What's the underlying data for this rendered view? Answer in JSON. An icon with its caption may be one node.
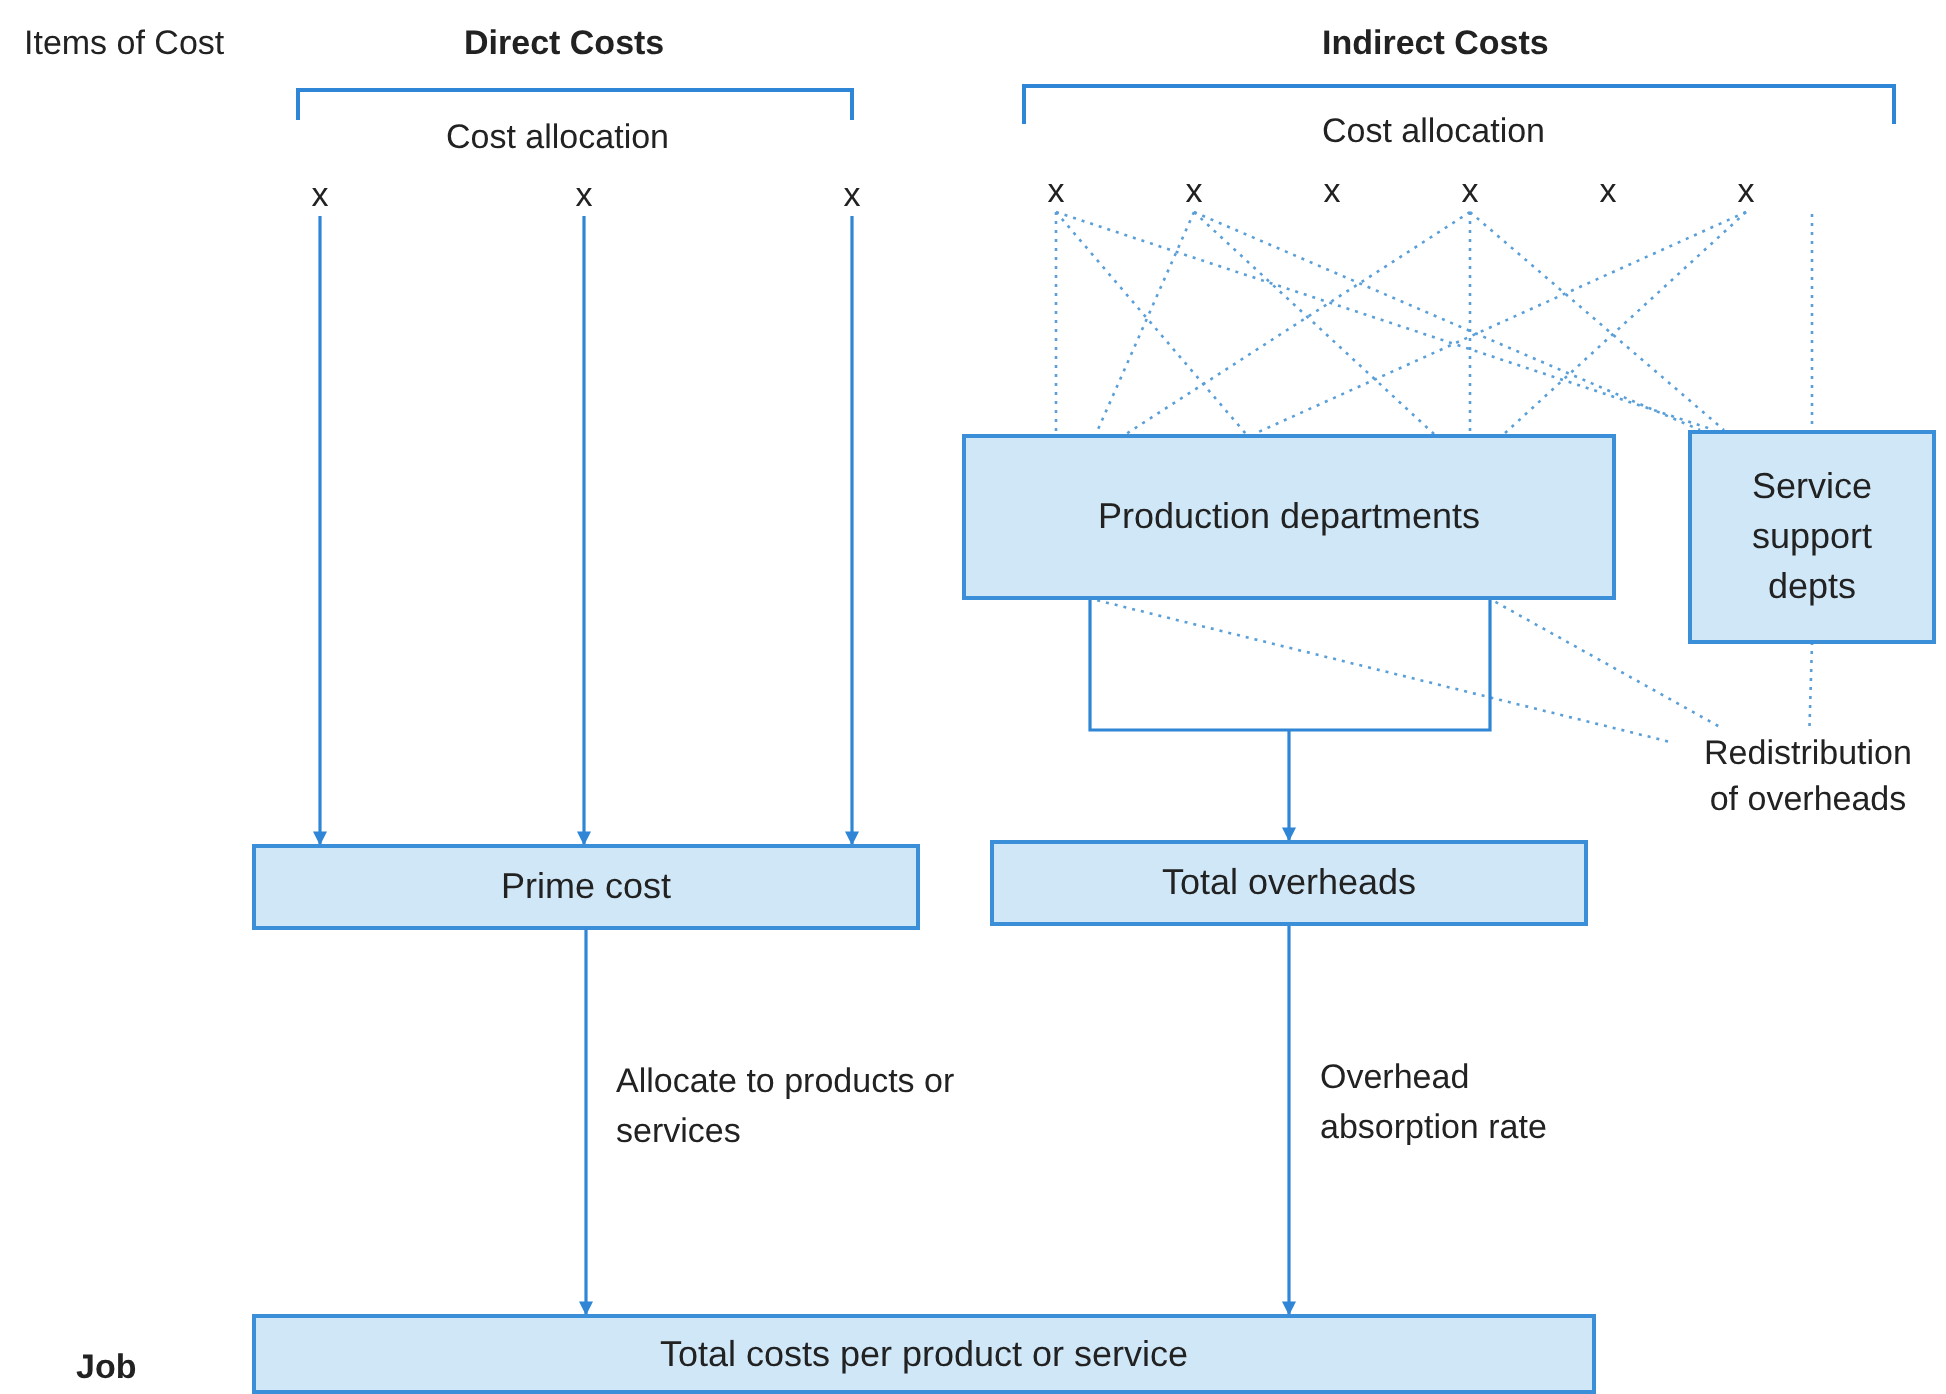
{
  "diagram": {
    "nodes": [
      {
        "text": [
          "x"
        ]
      },
      {
        "text": [
          "x"
        ]
      },
      {
        "text": [
          "x"
        ]
      },
      {
        "text": [
          "x"
        ]
      },
      {
        "text": [
          "x"
        ]
      },
      {
        "text": [
          "x"
        ]
      },
      {
        "text": [
          "x"
        ]
      },
      {
        "text": [
          "x"
        ]
      },
      {
        "text": [
          "x"
        ]
      },
      {
        "text": [
          "Production departments"
        ]
      },
      {
        "text": [
          "Service support depts"
        ]
      },
      {
        "text": [
          "Redistribution of overheads"
        ]
      },
      {
        "text": [
          "Prime cost"
        ]
      },
      {
        "text": [
          "Total overheads"
        ]
      },
      {
        "text": [
          "Total costs per product or service"
        ]
      }
    ],
    "edges": [
      {
        "from": 0,
        "to": 12,
        "arrow": "to"
      },
      {
        "from": 1,
        "to": 12,
        "arrow": "to"
      },
      {
        "from": 2,
        "to": 12,
        "arrow": "to"
      },
      {
        "from": 3,
        "to": 9,
        "arrow": "none",
        "style": "dashed"
      },
      {
        "from": 3,
        "to": 9,
        "arrow": "none",
        "style": "dashed"
      },
      {
        "from": 3,
        "to": 10,
        "arrow": "none",
        "style": "dashed"
      },
      {
        "from": 4,
        "to": 9,
        "arrow": "none",
        "style": "dashed"
      },
      {
        "from": 4,
        "to": 9,
        "arrow": "none",
        "style": "dashed"
      },
      {
        "from": 4,
        "to": 10,
        "arrow": "none",
        "style": "dashed"
      },
      {
        "from": 6,
        "to": 9,
        "arrow": "none",
        "style": "dashed"
      },
      {
        "from": 6,
        "to": 9,
        "arrow": "none",
        "style": "dashed"
      },
      {
        "from": 6,
        "to": 10,
        "arrow": "none",
        "style": "dashed"
      },
      {
        "from": 8,
        "to": 9,
        "arrow": "none",
        "style": "dashed"
      },
      {
        "from": 8,
        "to": 9,
        "arrow": "none",
        "style": "dashed"
      },
      {
        "from": null,
        "to": 10,
        "arrow": "none",
        "style": "dashed"
      },
      {
        "from": 11,
        "to": 9,
        "arrow": "none",
        "style": "dashed"
      },
      {
        "from": 11,
        "to": 9,
        "arrow": "none",
        "style": "dashed"
      },
      {
        "from": 11,
        "to": 10,
        "arrow": "none",
        "style": "dashed"
      },
      {
        "from": 9,
        "to": 13,
        "arrow": "to"
      },
      {
        "from": 12,
        "to": 14,
        "arrow": "to",
        "label": "Allocate to products or services"
      },
      {
        "from": 13,
        "to": 14,
        "arrow": "to",
        "label": "Overhead absorption rate"
      }
    ],
    "labels": [
      "Items of Cost",
      "Direct Costs",
      "Indirect Costs",
      "Cost allocation",
      "Cost allocation",
      "Job"
    ]
  }
}
